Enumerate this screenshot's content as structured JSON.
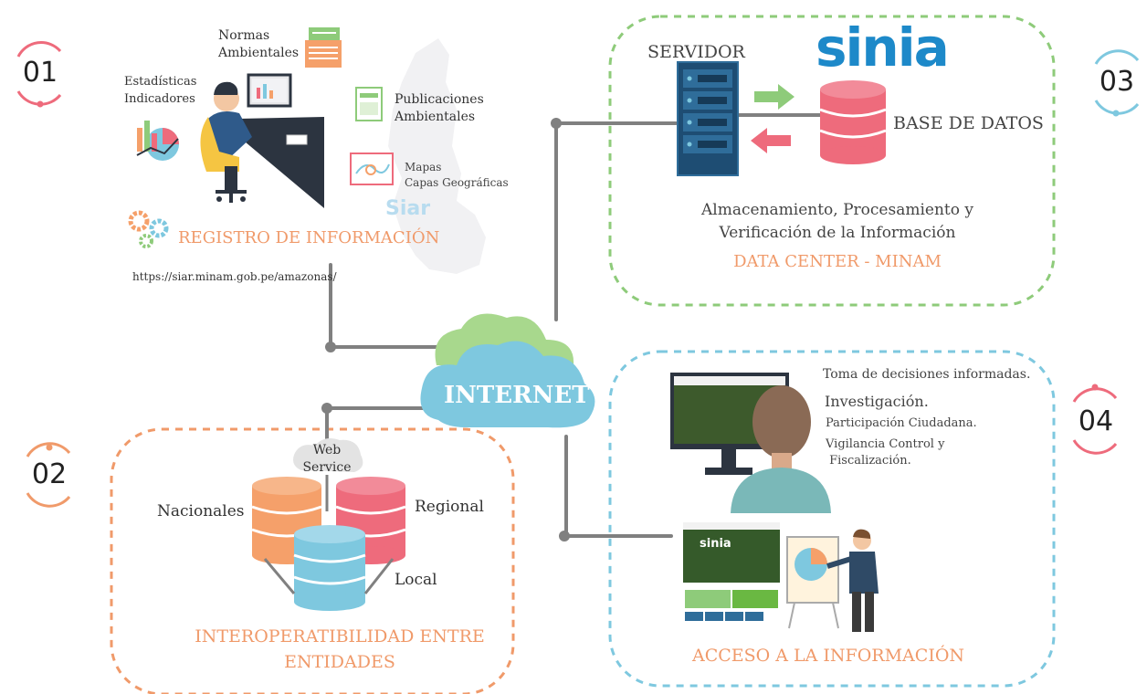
{
  "numbers": {
    "n1": "01",
    "n2": "02",
    "n3": "03",
    "n4": "04"
  },
  "registro": {
    "title": "REGISTRO DE INFORMACIÓN",
    "url": "https://siar.minam.gob.pe/amazonas/",
    "normas": "Normas\nAmbientales",
    "estadisticas": "Estadísticas\nIndicadores",
    "publicaciones": "Publicaciones\nAmbientales",
    "mapas": "Mapas\nCapas Geográficas",
    "siar_logo": "Siar"
  },
  "datacenter": {
    "servidor": "SERVIDOR",
    "sinia_logo": "sinia",
    "base": "BASE DE DATOS",
    "desc": "Almacenamiento, Procesamiento y\nVerificación de la Información",
    "title": "DATA CENTER - MINAM"
  },
  "internet": "INTERNET",
  "interop": {
    "web_service": "Web\nService",
    "nacionales": "Nacionales",
    "regional": "Regional",
    "local": "Local",
    "title": "INTEROPERATIBILIDAD ENTRE\nENTIDADES"
  },
  "acceso": {
    "toma": "Toma de decisiones informadas.",
    "investigacion": "Investigación.",
    "participacion": "Participación Ciudadana.",
    "vigilancia": "Vigilancia Control y\n Fiscalización.",
    "title": "ACCESO A LA INFORMACIÓN",
    "site_logo": "sinia"
  },
  "colors": {
    "orange": "#f09a6a",
    "green": "#8ecb7a",
    "blue": "#7ec8df",
    "pink": "#ee6b7c",
    "navy": "#1e4d73",
    "gray": "#7a7a7a"
  }
}
